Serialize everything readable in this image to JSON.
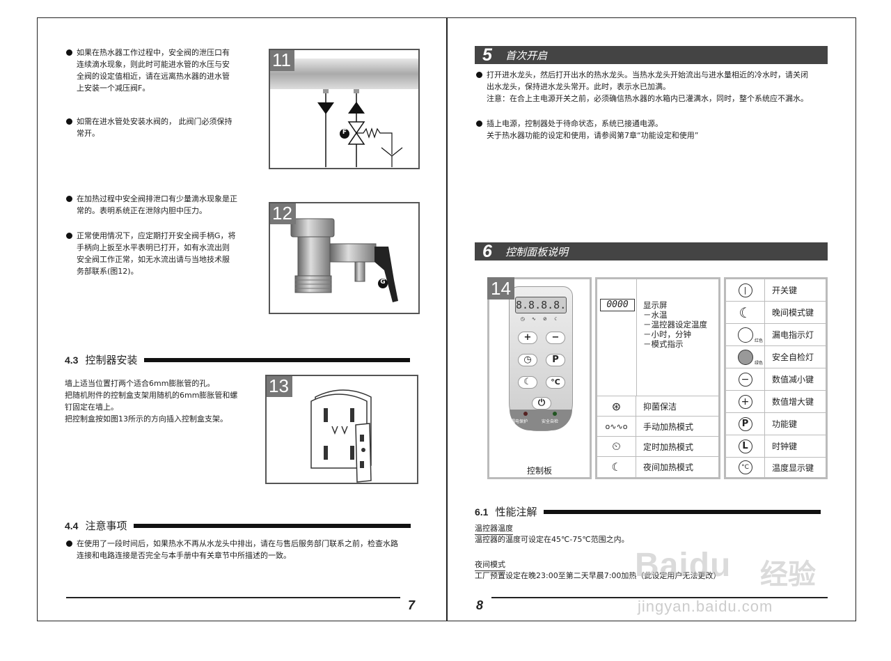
{
  "left": {
    "para1": [
      "如果在热水器工作过程中，安全阀的泄压口有",
      "连续滴水现象，则此时可能进水管的水压与安",
      "全阀的设定值相近，请在远离热水器的进水管",
      "上安装一个减压阀F。"
    ],
    "para2": [
      "如需在进水管处安装水阀的，  此阀门必须保持",
      "常开。"
    ],
    "para3": [
      "在加热过程中安全阀排泄口有少量滴水现象是正",
      "常的。表明系统正在泄除内胆中压力。"
    ],
    "para4": [
      "正常使用情况下，应定期打开安全阀手柄G，将",
      "手柄向上扳至水平表明已打开，如有水流出则",
      "安全阀工作正常，如无水流出请与当地技术服",
      "务部联系(图12)。"
    ],
    "fig11": "11",
    "fig11_label_f": "F",
    "fig12": "12",
    "fig12_label_g": "G",
    "fig13": "13",
    "sec43_num": "4.3",
    "sec43_title": "控制器安装",
    "sec43_lines": [
      "墙上适当位置打两个适合6mm膨胀管的孔。",
      "把随机附件的控制盒支架用随机的6mm膨胀管和螺",
      "钉固定在墙上。",
      "把控制盒按如图13所示的方向插入控制盒支架。"
    ],
    "sec44_num": "4.4",
    "sec44_title": "注意事项",
    "sec44_para": [
      "在使用了一段时间后，如果热水不再从水龙头中排出，请在与售后服务部门联系之前，检查水路",
      "连接和电路连接是否完全与本手册中有关章节中所描述的一致。"
    ],
    "page_num": "7"
  },
  "right": {
    "ch5_num": "5",
    "ch5_title": "首次开启",
    "ch5_para1": [
      "打开进水龙头，然后打开出水的热水龙头。当热水龙头开始流出与进水量相近的冷水时，请关闭",
      "出水龙头，保持进水龙头常开。此时，表示水已加满。",
      "注意：在合上主电源开关之前，必须确信热水器的水箱内已灌满水，同时，整个系统应不漏水。"
    ],
    "ch5_para2": [
      "插上电源，控制器处于待命状态，系统已接通电源。",
      "关于热水器功能的设定和使用，请参阅第7章“功能设定和使用”"
    ],
    "ch6_num": "6",
    "ch6_title": "控制面板说明",
    "fig14": "14",
    "panel": {
      "display_digits": "8.8.8.8.",
      "btn_plus": "+",
      "btn_minus": "−",
      "btn_p": "P",
      "btn_c": "°C",
      "led_left": "漏电保护",
      "led_right": "安全自检",
      "caption": "控制板"
    },
    "display_box": {
      "digits": "0000",
      "lines": [
        "显示屏",
        "－水温",
        "－温控器设定温度",
        "－小时，分钟",
        "－模式指示"
      ]
    },
    "modes": [
      "抑菌保洁",
      "手动加热模式",
      "定时加热模式",
      "夜间加热模式"
    ],
    "keys": [
      {
        "label": "开关键",
        "icon": "power-icon"
      },
      {
        "label": "晚间模式键",
        "icon": "moon-icon"
      },
      {
        "label": "漏电指示灯",
        "icon": "led-red-icon",
        "note": "红色"
      },
      {
        "label": "安全自检灯",
        "icon": "led-green-icon",
        "note": "绿色"
      },
      {
        "label": "数值减小键",
        "icon": "minus-icon"
      },
      {
        "label": "数值增大键",
        "icon": "plus-icon"
      },
      {
        "label": "功能键",
        "icon": "p-icon",
        "glyph": "P"
      },
      {
        "label": "时钟键",
        "icon": "l-icon",
        "glyph": "L"
      },
      {
        "label": "温度显示键",
        "icon": "celsius-icon",
        "glyph": "°C"
      }
    ],
    "sec61_num": "6.1",
    "sec61_title": "性能注解",
    "thermo_label": "温控器温度",
    "thermo_text": "温控器的温度可设定在45℃-75℃范围之内。",
    "night_label": "夜间模式",
    "night_text": "工厂预置设定在晚23:00至第二天早晨7:00加热（此设定用户无法更改）",
    "page_num": "8"
  },
  "watermark": {
    "brand": "Baidu",
    "cn": "经验",
    "url": "jingyan.baidu.com"
  }
}
